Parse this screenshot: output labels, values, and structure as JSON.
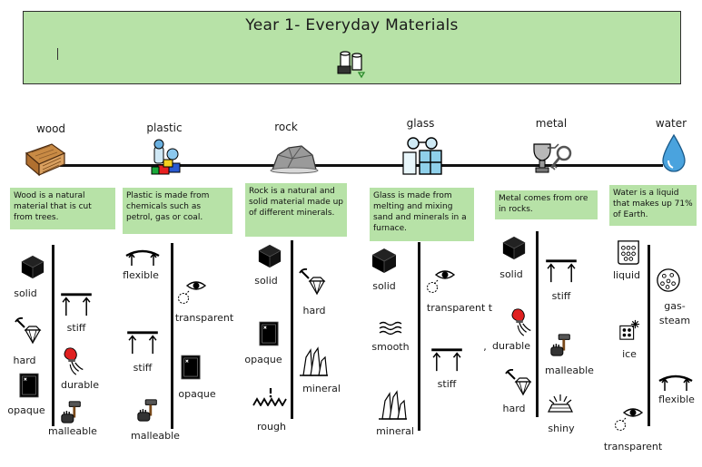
{
  "header": {
    "title": "Year 1- Everyday Materials",
    "icon": "materials-icon"
  },
  "materials": [
    {
      "name": "wood",
      "icon": "wood-log-icon",
      "definition": "Wood is a natural material that is cut from trees.",
      "properties": [
        "solid",
        "stiff",
        "hard",
        "durable",
        "opaque",
        "malleable"
      ]
    },
    {
      "name": "plastic",
      "icon": "plastic-toys-icon",
      "definition": "Plastic is made from chemicals such as petrol, gas or coal.",
      "properties": [
        "flexible",
        "transparent",
        "stiff",
        "opaque",
        "malleable"
      ]
    },
    {
      "name": "rock",
      "icon": "rock-icon",
      "definition": "Rock is a natural and solid material made up of different minerals.",
      "properties": [
        "solid",
        "hard",
        "opaque",
        "mineral",
        "rough"
      ]
    },
    {
      "name": "glass",
      "icon": "glasses-window-icon",
      "definition": "Glass is made from melting and mixing sand and minerals in a furnace.",
      "properties": [
        "solid",
        "transparent t",
        "smooth",
        ",",
        "stiff",
        "mineral"
      ]
    },
    {
      "name": "metal",
      "icon": "metal-objects-icon",
      "definition": "Metal comes from ore in rocks.",
      "properties": [
        "solid",
        "stiff",
        "durable",
        "malleable",
        "hard",
        "shiny"
      ]
    },
    {
      "name": "water",
      "icon": "water-drop-icon",
      "definition": "Water is a liquid that makes up 71% of Earth.",
      "properties": [
        "liquid",
        "gas-",
        "steam",
        "ice",
        "flexible",
        "transparent"
      ]
    }
  ],
  "colors": {
    "header_bg": "#b7e2a7",
    "definition_bg": "#b7e2a7",
    "line": "#111111",
    "durable_red": "#e02020"
  }
}
